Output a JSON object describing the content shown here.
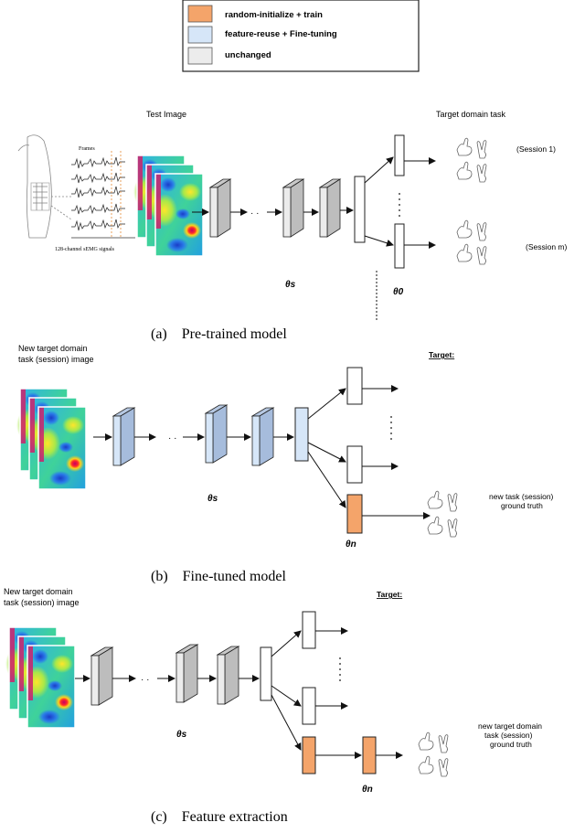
{
  "legend": {
    "items": [
      {
        "label": "random-initialize + train",
        "color": "#f4a46a"
      },
      {
        "label": "feature-reuse + Fine-tuning",
        "color": "#d6e6f8"
      },
      {
        "label": "unchanged",
        "color": "#ececec"
      }
    ]
  },
  "panel_a": {
    "input_label": "Test Image",
    "target_label": "Target domain task",
    "session_first": "(Session 1)",
    "session_last": "(Session m)",
    "theta_s": "θs",
    "theta_0": "θ0",
    "caption": "(a)    Pre-trained model",
    "signal_label": "128-channel sEMG signals",
    "frames_label": "Frames"
  },
  "panel_b": {
    "input_label_line1": "New target domain",
    "input_label_line2": "task (session) image",
    "target_label": "Target:",
    "ground_truth_line1": "new task (session)",
    "ground_truth_line2": "ground truth",
    "theta_s": "θs",
    "theta_n": "θn",
    "caption": "(b)    Fine-tuned model"
  },
  "panel_c": {
    "input_label_line1": "New target domain",
    "input_label_line2": "task (session) image",
    "target_label": "Target:",
    "ground_truth_line1": "new target domain",
    "ground_truth_line2": "task (session)",
    "ground_truth_line3": "ground truth",
    "theta_s": "θs",
    "theta_n": "θn",
    "caption": "(c)    Feature extraction"
  },
  "colors": {
    "orange": "#f4a46a",
    "blue": "#d6e6f8",
    "gray": "#ececec"
  }
}
